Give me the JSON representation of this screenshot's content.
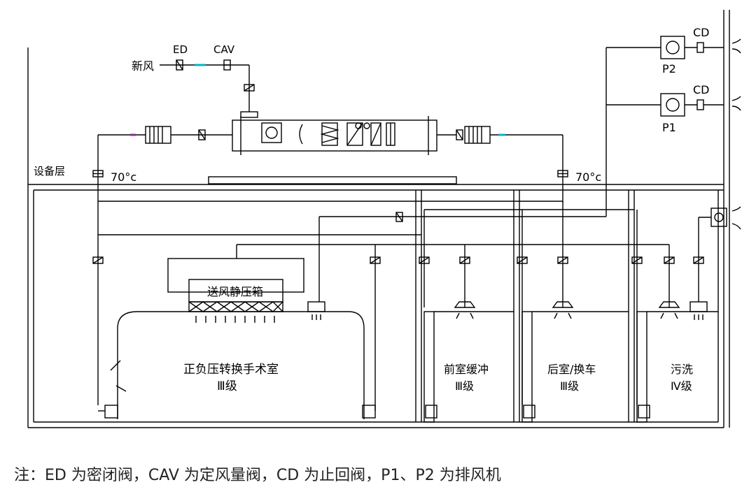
{
  "labels": {
    "fresh_air": "新风",
    "ed": "ED",
    "cav": "CAV",
    "equipment_floor": "设备层",
    "temp_left": "70°c",
    "temp_right": "70°c",
    "cd_top": "CD",
    "cd_bottom": "CD",
    "p2": "P2",
    "p1": "P1",
    "plenum": "送风静压箱",
    "or_name": "正负压转换手术室",
    "or_level": "Ⅲ级",
    "anteroom_name": "前室缓冲",
    "anteroom_level": "Ⅲ级",
    "backroom_name": "后室/换车",
    "backroom_level": "Ⅲ级",
    "wash_name": "污洗",
    "wash_level": "Ⅳ级"
  },
  "caption": "注：ED 为密闭阀，CAV 为定风量阀，CD 为止回阀，P1、P2 为排风机",
  "colors": {
    "line": "#000000",
    "accent_cyan": "#00b4c8",
    "accent_purple": "#8a2b9a"
  }
}
